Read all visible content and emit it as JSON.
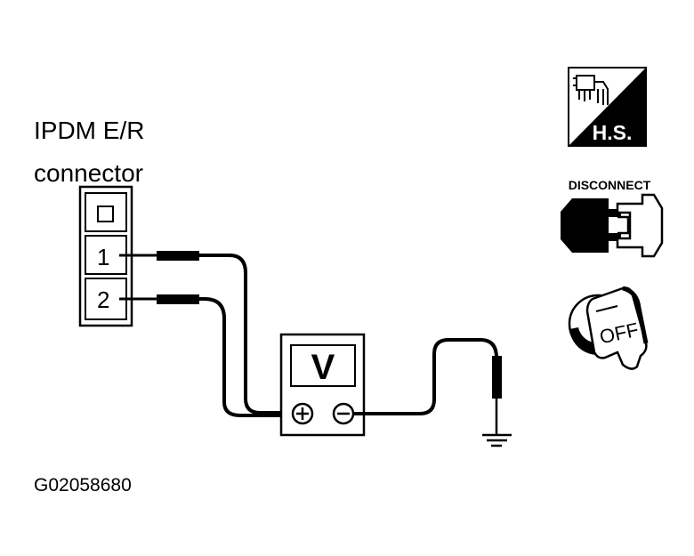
{
  "connector": {
    "title_line1": "IPDM E/R",
    "title_line2": "connector",
    "pins": [
      "1",
      "2"
    ]
  },
  "meter": {
    "label": "V"
  },
  "icons": {
    "harness_tester": {
      "name": "harness-service-icon",
      "label": "H.S."
    },
    "disconnect": {
      "name": "disconnect-connector-icon",
      "label": "DISCONNECT"
    },
    "ignition": {
      "name": "ignition-key-off-icon",
      "label": "OFF"
    }
  },
  "figure_id": "G02058680",
  "colors": {
    "ink": "#000000",
    "paper": "#ffffff"
  }
}
